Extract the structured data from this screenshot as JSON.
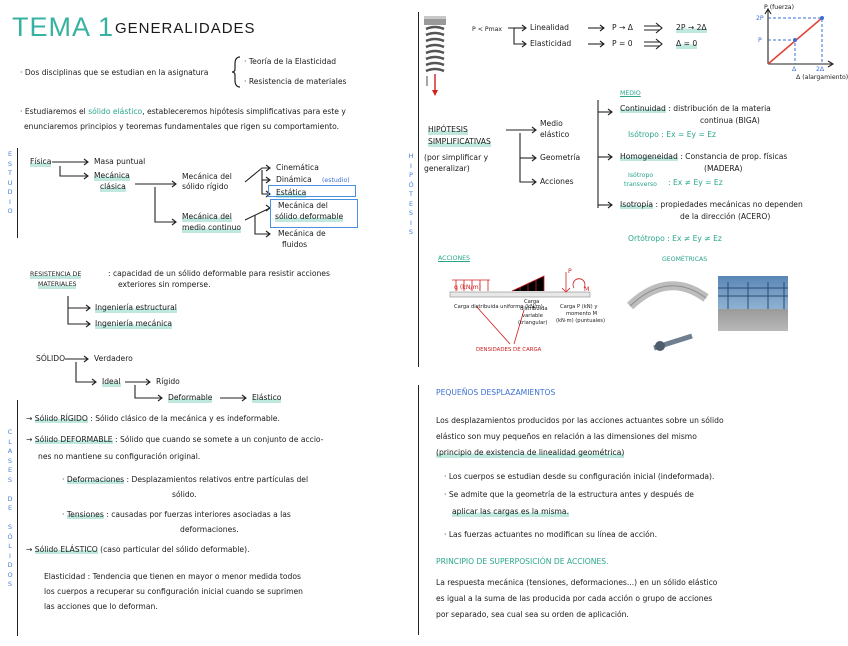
{
  "title": {
    "num": "TEMA 1",
    "sub": "GENERALIDADES"
  },
  "intro": {
    "disciplinas": "Dos disciplinas que se estudian en la asignatura",
    "d1": "Teoría de la Elasticidad",
    "d2": "Resistencia de materiales",
    "p1a": "Estudiaremos el",
    "p1b": "sólido elástico",
    "p1c": ", estableceremos hipótesis simplificativas para este y",
    "p2": "enunciaremos principios y teoremas fundamentales que rigen su comportamiento."
  },
  "vertical": {
    "estudio": "ESTUDIO",
    "hipotesis": "HIPÓTESIS",
    "clases": "CLASES DE SÓLIDOS"
  },
  "estudio": {
    "fisica": "Física",
    "masa": "Masa puntual",
    "mecanica": "Mecánica",
    "clasica": "clásica",
    "mcsr1": "Mecánica del",
    "mcsr2": "sólido rígido",
    "mmc1": "Mecánica del",
    "mmc2": "medio continuo",
    "cinematica": "Cinemática",
    "dinamica": "Dinámica",
    "estudio_tag": "(estudio)",
    "estatica": "Estática",
    "msd1": "Mecánica del",
    "msd2": "sólido deformable",
    "mf1": "Mecánica de",
    "mf2": "fluidos"
  },
  "resistencia": {
    "term1": "RESISTENCIA DE",
    "term2": "MATERIALES",
    "def1": ": capacidad de un sólido deformable para resistir acciones",
    "def2": "exteriores sin romperse.",
    "ing1": "Ingeniería estructural",
    "ing2": "Ingeniería mecánica"
  },
  "solido": {
    "label": "SÓLIDO",
    "verdadero": "Verdadero",
    "ideal": "Ideal",
    "rigido": "Rígido",
    "deformable": "Deformable",
    "elastico": "Elástico"
  },
  "clases": {
    "rigido_t": "Sólido RÍGIDO",
    "rigido_d": ": Sólido clásico de la mecánica y es indeformable.",
    "deform_t": "Sólido DEFORMABLE",
    "deform_d1": ": Sólido que cuando se somete a un conjunto de accio-",
    "deform_d2": "nes no mantiene su configuración original.",
    "def_t": "Deformaciones",
    "def_d1": ": Desplazamientos relativos entre partículas del",
    "def_d2": "sólido.",
    "ten_t": "Tensiones",
    "ten_d1": ": causadas por fuerzas interiores asociadas a las",
    "ten_d2": "deformaciones.",
    "elas_t": "Sólido ELÁSTICO",
    "elas_d": "(caso particular del sólido deformable).",
    "elast1": "Elasticidad : Tendencia que tienen en mayor o menor medida todos",
    "elast2": "los cuerpos a recuperar su configuración inicial cuando se suprimen",
    "elast3": "las acciones que lo deforman."
  },
  "top_right": {
    "cond": "P < Pmax",
    "lin": "Linealidad",
    "lin_eq": "P → Δ",
    "lin_res": "2P → 2Δ",
    "ela": "Elasticidad",
    "ela_eq": "P = 0",
    "ela_res": "Δ = 0",
    "graph_y": "P (fuerza)",
    "graph_x": "Δ (alargamiento)",
    "ticks_y": [
      "2P",
      "P"
    ],
    "ticks_x": [
      "Δ",
      "2Δ"
    ]
  },
  "hipotesis": {
    "h1": "HIPÓTESIS",
    "h2": "SIMPLIFICATIVAS",
    "h3": "(por simplificar y",
    "h4": "generalizar)",
    "medio1": "Medio",
    "medio2": "elástico",
    "geom": "Geometría",
    "acciones": "Acciones",
    "medio_hdr": "MEDIO",
    "cont_t": "Continuidad",
    "cont_d1": ": distribución de la materia",
    "cont_d2": "continua (BIGA)",
    "isotropo_eq": "Isótropo : Ex = Ey = Ez",
    "homog_t": "Homogeneidad",
    "homog_d1": ": Constancia de prop. físicas",
    "homog_d2": "(MADERA)",
    "isotrans1": "Isótropo",
    "isotrans2": "transverso",
    "isotrans_eq": ": Ex ≠ Ey = Ez",
    "isotropia_t": "Isotropía",
    "isotropia_d1": ": propiedades mecánicas no dependen",
    "isotropia_d2": "de la dirección (ACERO)",
    "ortotropo": "Ortótropo : Ex ≠ Ey ≠ Ez",
    "geometricas": "GEOMÉTRICAS",
    "acciones_hdr": "ACCIONES"
  },
  "acciones_fig": {
    "c1": "Carga distribuida uniforme (kN/m)",
    "c2a": "Carga",
    "c2b": "distribuida",
    "c2c": "variable",
    "c2d": "(triangular)",
    "c3a": "Carga P (kN) y",
    "c3b": "momento M",
    "c3c": "(kN·m) (puntuales)",
    "dens": "DENSIDADES DE CARGA",
    "q": "q (kN/m)",
    "P": "P",
    "M": "M"
  },
  "pequenos": {
    "hdr": "PEQUEÑOS DESPLAZAMIENTOS",
    "l1": "Los desplazamientos producidos por las acciones actuantes sobre un sólido",
    "l2": "elástico son muy pequeños en relación a las dimensiones del mismo",
    "l3": "(principio de existencia de linealidad geométrica)",
    "b1": "Los cuerpos se estudian desde su configuración inicial (indeformada).",
    "b2a": "Se admite que la geometría de la estructura antes y después de",
    "b2b": "aplicar las cargas es la misma.",
    "b3": "Las fuerzas actuantes no modifican su línea de acción."
  },
  "superposicion": {
    "hdr": "PRINCIPIO DE SUPERPOSICIÓN DE ACCIONES.",
    "l1": "La respuesta mecánica (tensiones, deformaciones...) en un sólido elástico",
    "l2": "es igual a la suma de las producida por cada acción o grupo de acciones",
    "l3": "por separado, sea cual sea su orden de aplicación."
  }
}
